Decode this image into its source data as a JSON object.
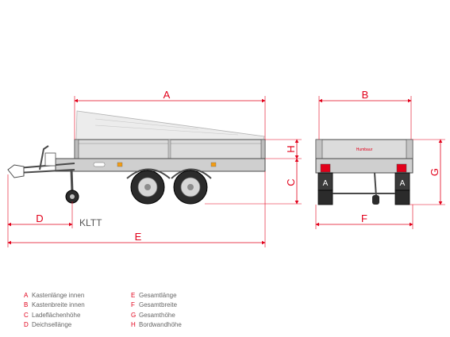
{
  "colors": {
    "dimension": "#e2001a",
    "outline": "#4a4a4a",
    "body_fill": "#dcdcdc",
    "tipped_fill": "#ececec",
    "label": "#666666"
  },
  "dimensions": {
    "A": "A",
    "B": "B",
    "C": "C",
    "D": "D",
    "E": "E",
    "F": "F",
    "G": "G",
    "H": "H"
  },
  "model_label": "KLTT",
  "rear_view": {
    "badge": "Humbaur",
    "light_left": "A",
    "light_right": "A"
  },
  "legend": {
    "left": [
      {
        "key": "A",
        "text": "Kastenlänge innen"
      },
      {
        "key": "B",
        "text": "Kastenbreite innen"
      },
      {
        "key": "C",
        "text": "Ladeflächenhöhe"
      },
      {
        "key": "D",
        "text": "Deichsellänge"
      }
    ],
    "right": [
      {
        "key": "E",
        "text": "Gesamtlänge"
      },
      {
        "key": "F",
        "text": "Gesamtbreite"
      },
      {
        "key": "G",
        "text": "Gesamthöhe"
      },
      {
        "key": "H",
        "text": "Bordwandhöhe"
      }
    ]
  }
}
